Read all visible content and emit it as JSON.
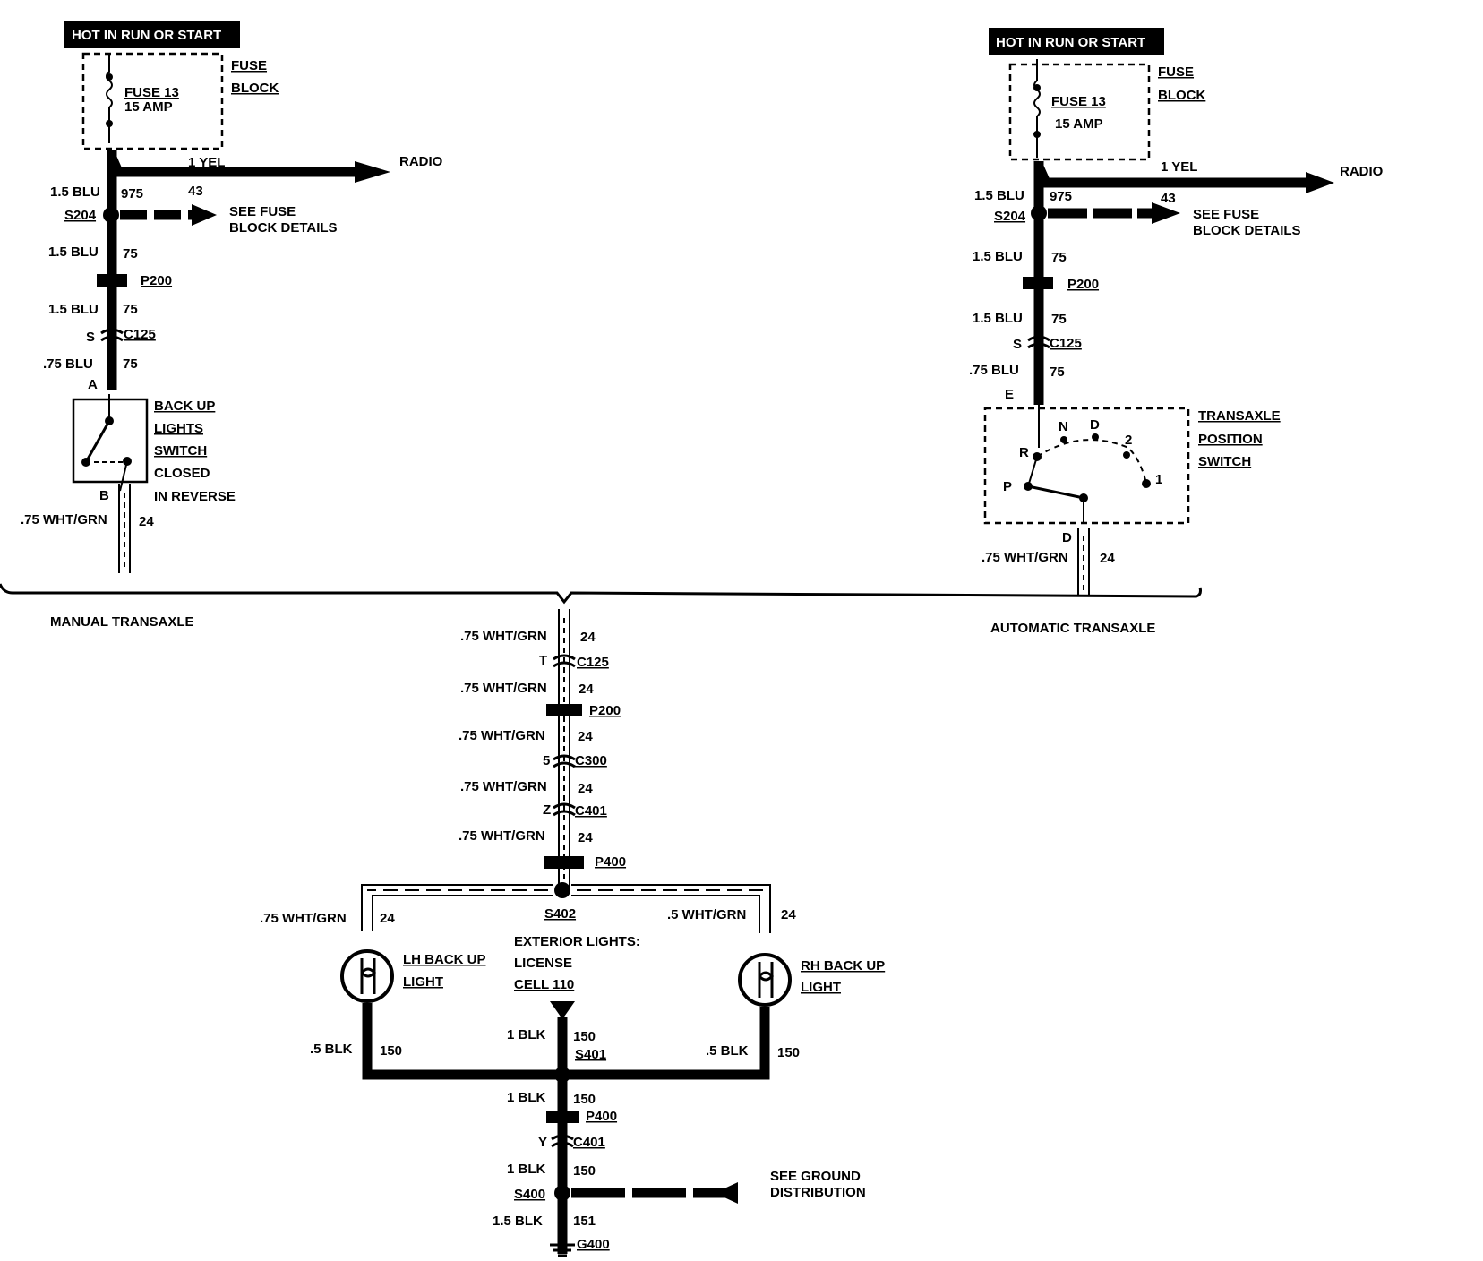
{
  "manual": {
    "hot_label": "HOT IN RUN OR START",
    "fuse_name": "FUSE 13",
    "fuse_rating": "15 AMP",
    "fuse_block_1": "FUSE",
    "fuse_block_2": "BLOCK",
    "radio_wire_color": "1 YEL",
    "radio_circuit": "43",
    "radio_label": "RADIO",
    "w1_color": "1.5 BLU",
    "w1_circuit": "975",
    "splice": "S204",
    "see_fuse_1": "SEE FUSE",
    "see_fuse_2": "BLOCK DETAILS",
    "w2_color": "1.5 BLU",
    "w2_circuit": "75",
    "p200": "P200",
    "w3_color": "1.5 BLU",
    "w3_circuit": "75",
    "c125_pin": "S",
    "c125": "C125",
    "w4_color": ".75 BLU",
    "w4_circuit": "75",
    "switch_pin_a": "A",
    "switch_1": "BACK UP",
    "switch_2": "LIGHTS",
    "switch_3": "SWITCH",
    "switch_4": "CLOSED",
    "switch_5": "IN REVERSE",
    "switch_pin_b": "B",
    "w5_color": ".75 WHT/GRN",
    "w5_circuit": "24",
    "caption": "MANUAL TRANSAXLE"
  },
  "automatic": {
    "hot_label": "HOT IN RUN OR START",
    "fuse_name": "FUSE 13",
    "fuse_rating": "15 AMP",
    "fuse_block_1": "FUSE",
    "fuse_block_2": "BLOCK",
    "radio_wire_color": "1 YEL",
    "radio_circuit": "43",
    "radio_label": "RADIO",
    "w1_color": "1.5 BLU",
    "w1_circuit": "975",
    "splice": "S204",
    "see_fuse_1": "SEE FUSE",
    "see_fuse_2": "BLOCK DETAILS",
    "w2_color": "1.5 BLU",
    "w2_circuit": "75",
    "p200": "P200",
    "w3_color": "1.5 BLU",
    "w3_circuit": "75",
    "c125_pin": "S",
    "c125": "C125",
    "w4_color": ".75 BLU",
    "w4_circuit": "75",
    "switch_pin_e": "E",
    "pos_n": "N",
    "pos_d": "D",
    "pos_2": "2",
    "pos_r": "R",
    "pos_1": "1",
    "pos_p": "P",
    "switch_1": "TRANSAXLE",
    "switch_2": "POSITION",
    "switch_3": "SWITCH",
    "switch_pin_d": "D",
    "w5_color": ".75 WHT/GRN",
    "w5_circuit": "24",
    "caption": "AUTOMATIC  TRANSAXLE"
  },
  "center": {
    "w1_color": ".75 WHT/GRN",
    "w1_circuit": "24",
    "c125_pin": "T",
    "c125": "C125",
    "w2_color": ".75 WHT/GRN",
    "w2_circuit": "24",
    "p200": "P200",
    "w3_color": ".75 WHT/GRN",
    "w3_circuit": "24",
    "c300_pin": "5",
    "c300": "C300",
    "w4_color": ".75 WHT/GRN",
    "w4_circuit": "24",
    "c401_pin": "Z",
    "c401": "C401",
    "w5_color": ".75 WHT/GRN",
    "w5_circuit": "24",
    "p400": "P400",
    "splice": "S402",
    "lh_wire_color": ".75 WHT/GRN",
    "lh_wire_circuit": "24",
    "rh_wire_color": ".5 WHT/GRN",
    "rh_wire_circuit": "24",
    "lh_light_1": "LH BACK UP",
    "lh_light_2": "LIGHT",
    "rh_light_1": "RH BACK UP",
    "rh_light_2": "LIGHT",
    "ext_1": "EXTERIOR LIGHTS:",
    "ext_2": "LICENSE",
    "ext_3": "CELL 110",
    "lh_gnd_color": ".5 BLK",
    "lh_gnd_circuit": "150",
    "rh_gnd_color": ".5 BLK",
    "rh_gnd_circuit": "150",
    "c_gnd_color": "1 BLK",
    "c_gnd_circuit": "150",
    "s401": "S401",
    "g1_color": "1 BLK",
    "g1_circuit": "150",
    "p400b": "P400",
    "c401b_pin": "Y",
    "c401b": "C401",
    "g2_color": "1 BLK",
    "g2_circuit": "150",
    "s400": "S400",
    "see_ground_1": "SEE GROUND",
    "see_ground_2": "DISTRIBUTION",
    "g3_color": "1.5 BLK",
    "g3_circuit": "151",
    "g400": "G400"
  }
}
